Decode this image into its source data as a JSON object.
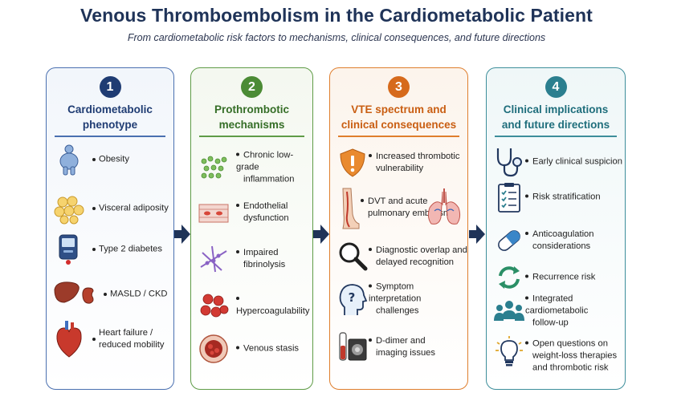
{
  "header": {
    "title": "Venous Thromboembolism in the Cardiometabolic Patient",
    "subtitle": "From cardiometabolic risk factors to mechanisms, clinical consequences, and future directions"
  },
  "panels": [
    {
      "number": "1",
      "title_line1": "Cardiometabolic",
      "title_line2": "phenotype",
      "accent": "#1f3c73",
      "items": [
        {
          "icon": "obesity-person-icon",
          "line1": "Obesity",
          "line2": ""
        },
        {
          "icon": "fat-cells-icon",
          "line1": "Visceral adiposity",
          "line2": ""
        },
        {
          "icon": "glucose-meter-icon",
          "line1": "Type 2 diabetes",
          "line2": ""
        },
        {
          "icon": "liver-kidney-icon",
          "line1": "MASLD / CKD",
          "line2": ""
        },
        {
          "icon": "heart-icon",
          "line1": "Heart failure /",
          "line2": "reduced mobility"
        }
      ]
    },
    {
      "number": "2",
      "title_line1": "Prothrombotic",
      "title_line2": "mechanisms",
      "accent": "#4b8b35",
      "items": [
        {
          "icon": "inflammation-dots-icon",
          "line1": "Chronic low-grade",
          "line2": "inflammation"
        },
        {
          "icon": "endothelium-icon",
          "line1": "Endothelial",
          "line2": "dysfunction"
        },
        {
          "icon": "fibrin-strands-icon",
          "line1": "Impaired",
          "line2": "fibrinolysis"
        },
        {
          "icon": "red-cells-icon",
          "line1": "Hypercoagulability",
          "line2": ""
        },
        {
          "icon": "vessel-clot-icon",
          "line1": "Venous stasis",
          "line2": ""
        }
      ]
    },
    {
      "number": "3",
      "title_line1": "VTE spectrum and",
      "title_line2": "clinical consequences",
      "accent": "#d66a1c",
      "items": [
        {
          "icon": "warning-shield-icon",
          "line1": "Increased thrombotic",
          "line2": "vulnerability"
        },
        {
          "icon": "leg-lungs-icon",
          "line1": "DVT and acute",
          "line2": "pulmonary embolism"
        },
        {
          "icon": "magnifier-icon",
          "line1": "Diagnostic overlap and",
          "line2": "delayed recognition"
        },
        {
          "icon": "head-question-icon",
          "line1": "Symptom interpretation",
          "line2": "challenges"
        },
        {
          "icon": "test-tube-scan-icon",
          "line1": "D-dimer and",
          "line2": "imaging issues"
        }
      ]
    },
    {
      "number": "4",
      "title_line1": "Clinical implications",
      "title_line2": "and future directions",
      "accent": "#2b7f8f",
      "items": [
        {
          "icon": "stethoscope-icon",
          "line1": "Early clinical suspicion",
          "line2": "",
          "line3": ""
        },
        {
          "icon": "clipboard-checklist-icon",
          "line1": "Risk stratification",
          "line2": "",
          "line3": ""
        },
        {
          "icon": "capsule-icon",
          "line1": "Anticoagulation",
          "line2": "considerations",
          "line3": ""
        },
        {
          "icon": "recurrence-arrows-icon",
          "line1": "Recurrence risk",
          "line2": "",
          "line3": ""
        },
        {
          "icon": "team-people-icon",
          "line1": "Integrated cardiometabolic",
          "line2": "follow-up",
          "line3": ""
        },
        {
          "icon": "lightbulb-icon",
          "line1": "Open questions on",
          "line2": "weight-loss therapies",
          "line3": "and thrombotic risk"
        }
      ]
    }
  ],
  "colors": {
    "title": "#1f3358",
    "arrow": "#1f3358"
  }
}
